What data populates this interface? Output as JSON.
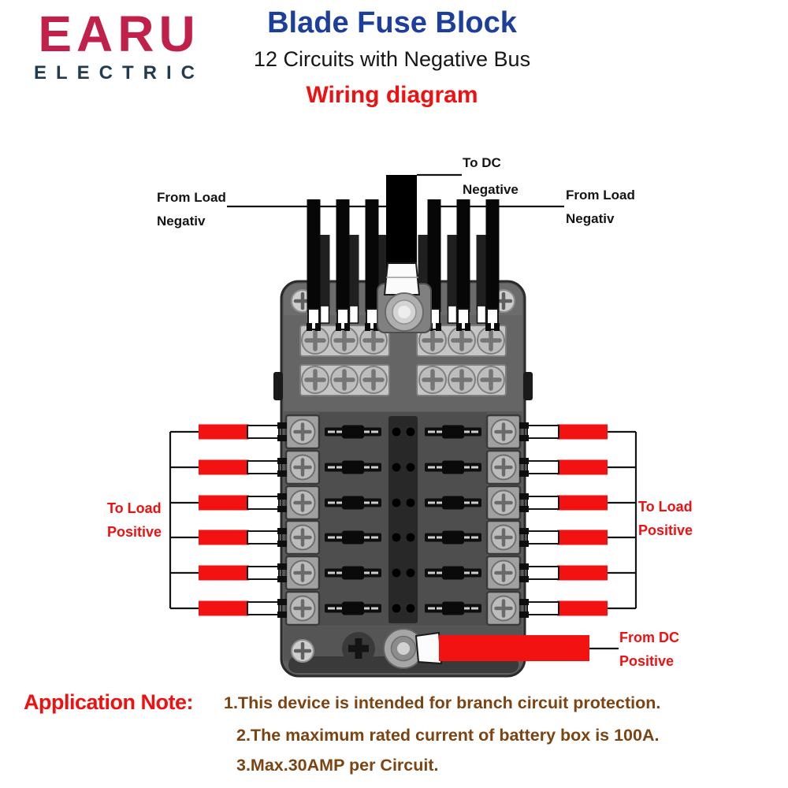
{
  "brand": {
    "name": "EARU",
    "subtitle": "ELECTRIC"
  },
  "header": {
    "title": "Blade Fuse Block",
    "subtitle": "12 Circuits with Negative Bus",
    "heading": "Wiring diagram"
  },
  "wiring_labels": {
    "from_load_left": {
      "line1": "From Load",
      "line2": "Negativ"
    },
    "to_dc_negative": {
      "line1": "To DC",
      "line2": "Negative"
    },
    "from_load_right": {
      "line1": "From Load",
      "line2": "Negativ"
    },
    "to_load_left": {
      "line1": "To Load",
      "line2": "Positive"
    },
    "to_load_right": {
      "line1": "To Load",
      "line2": "Positive"
    },
    "from_dc_positive": {
      "line1": "From DC",
      "line2": "Positive"
    }
  },
  "application_note": {
    "label": "Application Note:",
    "notes": [
      "1.This device is intended for branch circuit protection.",
      "2.The maximum rated current of battery box is 100A.",
      "3.Max.30AMP per Circuit."
    ]
  },
  "colors": {
    "logo_red": "#c0204a",
    "logo_dark": "#233b4e",
    "title_blue": "#1c3e9c",
    "accent_red": "#ee1111",
    "note_brown": "#7c4413",
    "wire_red": "#f21212",
    "led_red": "#e81414",
    "fuse_block_gray": "#5e5e5e"
  }
}
